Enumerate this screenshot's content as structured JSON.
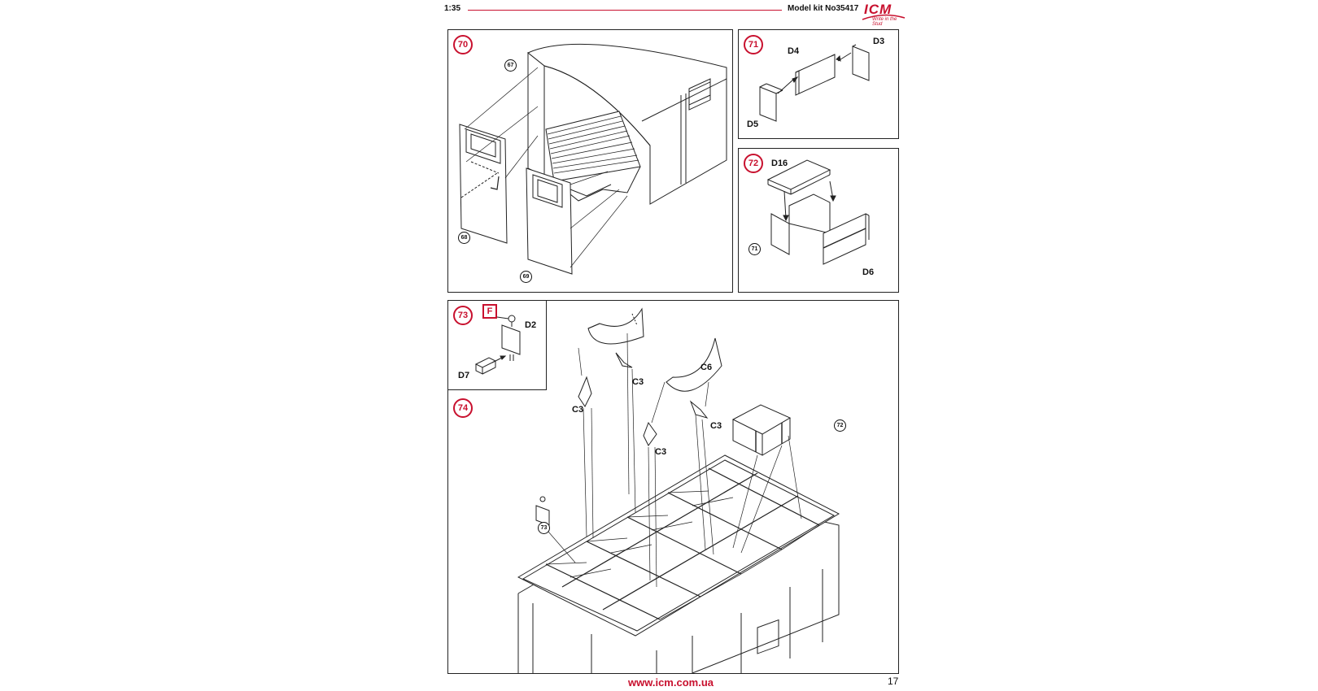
{
  "header": {
    "scale": "1:35",
    "kit": "Model kit No35417",
    "logo": "ICM",
    "logo_tagline": "Write in the Stud"
  },
  "steps": {
    "s70": {
      "number": "70",
      "refs": [
        "67",
        "68",
        "69"
      ]
    },
    "s71": {
      "number": "71",
      "parts": [
        "D3",
        "D4",
        "D5"
      ]
    },
    "s72": {
      "number": "72",
      "parts": [
        "D16",
        "D6"
      ],
      "refs": [
        "71"
      ]
    },
    "s73": {
      "number": "73",
      "paint_code": "F",
      "parts": [
        "D2",
        "D7"
      ]
    },
    "s74": {
      "number": "74",
      "parts": [
        "C3",
        "C3",
        "C3",
        "C3",
        "C6"
      ],
      "refs": [
        "72",
        "73"
      ]
    }
  },
  "colors": {
    "accent": "#c8102e",
    "line": "#222222"
  },
  "footer": {
    "url": "www.icm.com.ua",
    "page_number": "17"
  }
}
